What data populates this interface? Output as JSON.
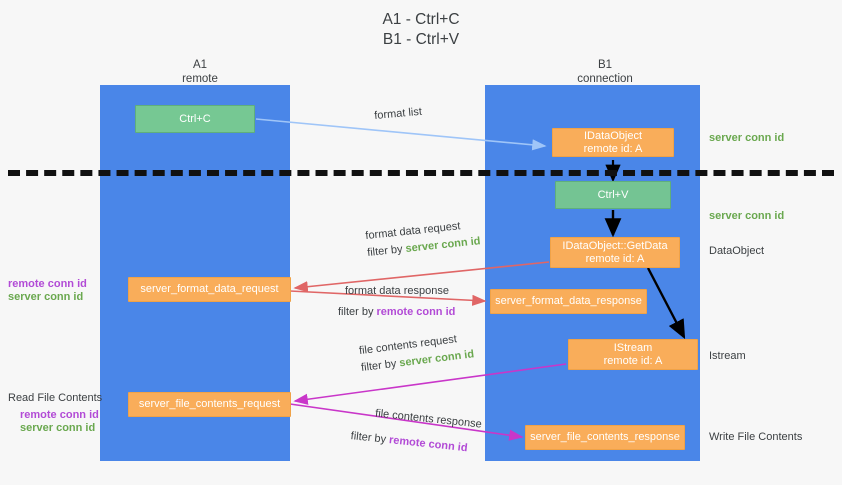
{
  "title": {
    "line1": "A1 - Ctrl+C",
    "line2": "B1 - Ctrl+V"
  },
  "lanes": [
    {
      "name": "A1",
      "sub": "remote"
    },
    {
      "name": "B1",
      "sub": "connection"
    }
  ],
  "boxes": {
    "ctrl_c": "Ctrl+C",
    "ctrl_v": "Ctrl+V",
    "idataobject_title": "IDataObject",
    "idataobject_sub": "remote id: A",
    "getdata_title": "IDataObject::GetData",
    "getdata_sub": "remote id: A",
    "istream_title": "IStream",
    "istream_sub": "remote id: A",
    "server_format_data_request": "server_format_data_request",
    "server_format_data_response": "server_format_data_response",
    "server_file_contents_request": "server_file_contents_request",
    "server_file_contents_response": "server_file_contents_response"
  },
  "edge_labels": {
    "format_list": "format list",
    "format_data_request": "format data request",
    "format_data_response": "format data response",
    "file_contents_request": "file contents request",
    "file_contents_response": "file contents response",
    "filter_by": "filter by ",
    "server_conn_id": "server conn id",
    "remote_conn_id": "remote conn id"
  },
  "side_labels": {
    "right_server_conn_id_top": "server conn id",
    "right_server_conn_id_mid": "server conn id",
    "right_dataobject": "DataObject",
    "right_istream": "Istream",
    "right_write_file_contents": "Write File Contents",
    "left_read_file_contents": "Read File Contents",
    "left_remote_conn_id_1": "remote conn id",
    "left_server_conn_id_1": "server conn id",
    "left_remote_conn_id_2": "remote conn id",
    "left_server_conn_id_2": "server conn id"
  },
  "colors": {
    "lane": "#4a86e8",
    "green_box": "#76c893",
    "orange_box": "#f9ad5a",
    "green_text": "#6aa84f",
    "purple_text": "#b24bd6",
    "arrow_blue": "#9fc5f8",
    "arrow_red": "#e06666",
    "arrow_magenta": "#c936c9",
    "arrow_black": "#000000",
    "background": "#f7f7f7"
  }
}
